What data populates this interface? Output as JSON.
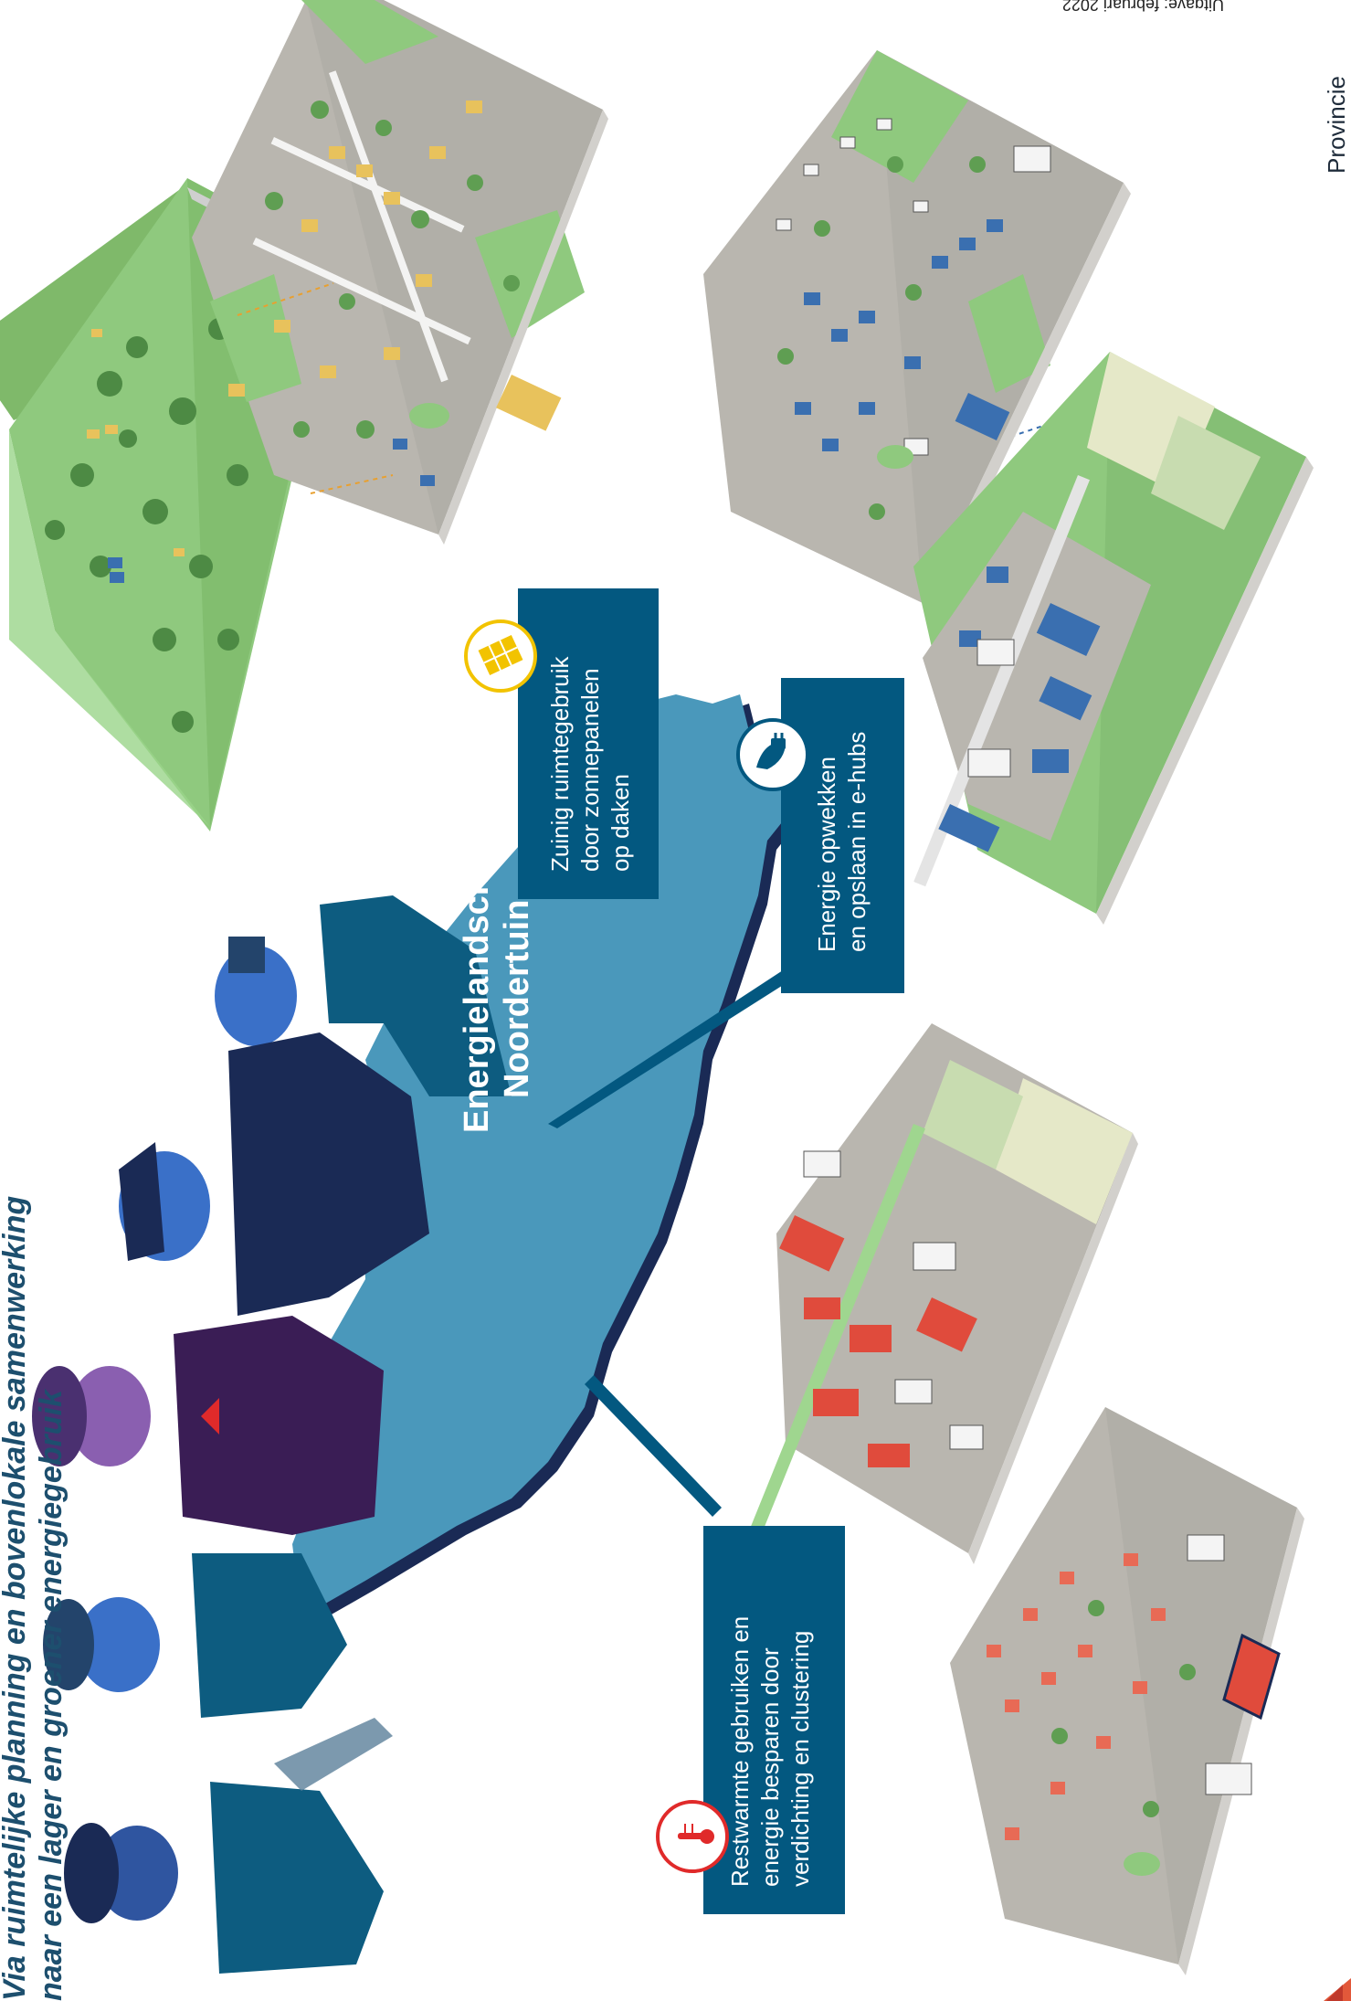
{
  "heading": {
    "line1": "Via ruimtelijke planning en bovenlokale samenwerking",
    "line2": "naar een lager en groener energiegebruik"
  },
  "center_title": {
    "line1": "Energielandschap",
    "line2": "Noordertuin"
  },
  "callouts": [
    {
      "id": "solar",
      "icon": "solar-panel-icon",
      "accent": "#f2c300",
      "lines": [
        "Zuinig ruimtegebruik",
        "door zonnepanelen",
        "op daken"
      ]
    },
    {
      "id": "ehub",
      "icon": "energy-plug-icon",
      "accent": "#035880",
      "lines": [
        "Energie opwekken",
        "en opslaan in e-hubs"
      ]
    },
    {
      "id": "heat",
      "icon": "thermometer-icon",
      "accent": "#e02a2a",
      "lines": [
        "Restwarmte gebruiken en",
        "energie besparen door",
        "verdichting en clustering"
      ]
    }
  ],
  "footer": {
    "date": "Uitgave: februari 2022",
    "brand": "Provincie"
  },
  "colors": {
    "callout_bg": "#035880",
    "map_fill": "#4a98bb",
    "map_shadow": "#1a2a55",
    "heading": "#1d4f6e",
    "solar_blocks": "#e8c25c",
    "ehub_blocks": "#3a6fb0",
    "heat_blocks": "#e04b3c",
    "ground_grey": "#b5b2ac",
    "ground_green": "#8fc97e",
    "forest_green": "#5f9e52",
    "brand_logo": "#e2583a"
  }
}
